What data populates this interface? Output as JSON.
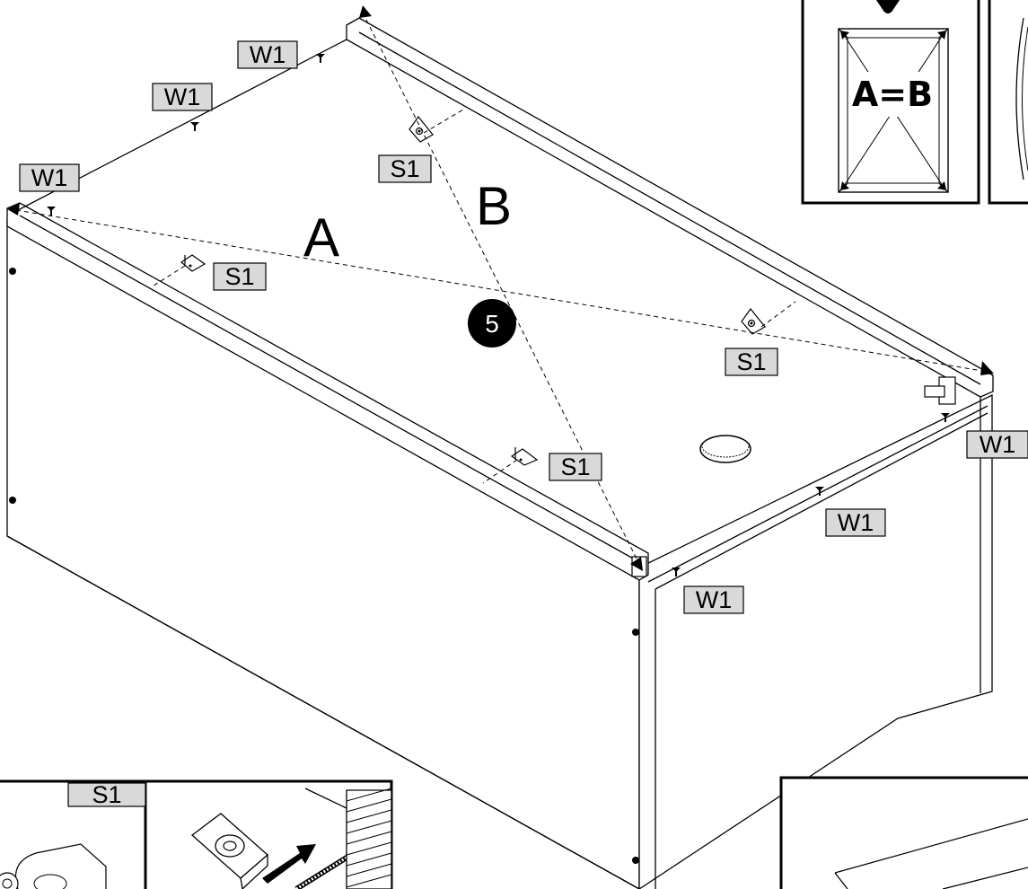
{
  "diagram": {
    "step_number": "5",
    "measure_a": "A",
    "measure_b": "B",
    "equality_check": "A=B",
    "part_labels": {
      "w1": "W1",
      "s1": "S1"
    },
    "detail_inset_label": "S1"
  }
}
